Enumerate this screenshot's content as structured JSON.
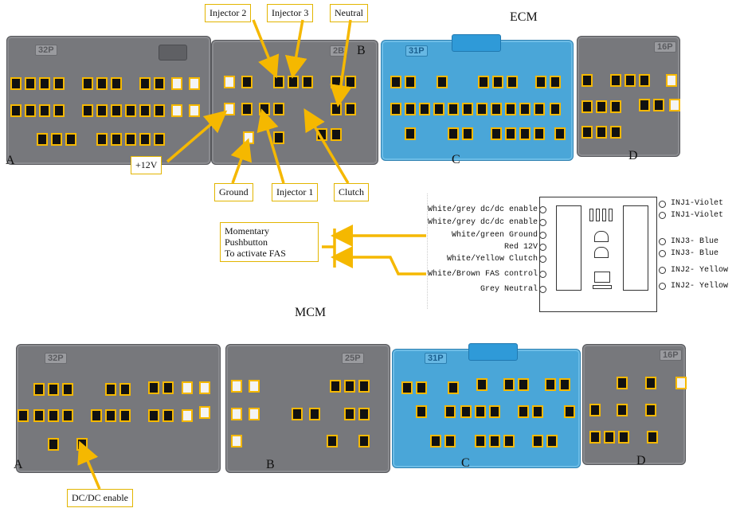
{
  "ecm": {
    "title": "ECM",
    "connectors": [
      {
        "letter": "A",
        "cap": "32P"
      },
      {
        "letter": "B",
        "cap": "2B"
      },
      {
        "letter": "C",
        "cap": "31P"
      },
      {
        "letter": "D",
        "cap": "16P"
      }
    ],
    "callouts": {
      "injector2": "Injector 2",
      "injector3": "Injector 3",
      "neutral": "Neutral",
      "plus12v": "+12V",
      "ground": "Ground",
      "injector1": "Injector 1",
      "clutch": "Clutch"
    },
    "b_label": "B"
  },
  "mcm": {
    "title": "MCM",
    "connectors": [
      {
        "letter": "A",
        "cap": "32P"
      },
      {
        "letter": "B",
        "cap": "25P"
      },
      {
        "letter": "C",
        "cap": "31P"
      },
      {
        "letter": "D",
        "cap": "16P"
      }
    ],
    "callouts": {
      "dcdc": "DC/DC enable"
    }
  },
  "pushbutton": {
    "label_line1": "Momentary",
    "label_line2": "Pushbutton",
    "label_line3": "To activate FAS"
  },
  "wiring": {
    "left_labels": [
      "White/grey dc/dc enable",
      "White/grey dc/dc enable",
      "White/green Ground",
      "Red 12V",
      "White/Yellow Clutch",
      "White/Brown FAS control",
      "Grey Neutral"
    ],
    "right_labels": [
      "INJ1-Violet",
      "INJ1-Violet",
      "INJ3- Blue",
      "INJ3- Blue",
      "INJ2- Yellow",
      "INJ2- Yellow"
    ]
  },
  "colors": {
    "accent_yellow": "#f5b800",
    "connector_grey": "#77787c",
    "connector_blue": "#4aa6d8"
  }
}
